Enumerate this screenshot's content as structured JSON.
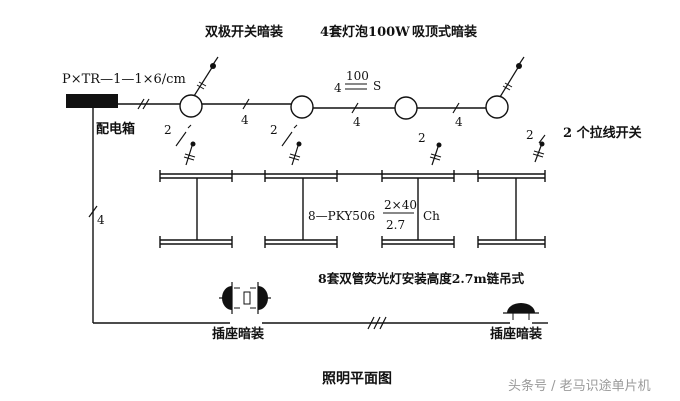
{
  "labels": {
    "top_title": "双极开关暗装",
    "bulb_spec": "4套灯泡100W",
    "ceiling_mount": "吸顶式暗装",
    "cable_spec": "P×TR—1—1×6/cm",
    "distribution_box": "配电箱",
    "lamp_qty": "4",
    "lamp_power": "100",
    "lamp_mount_code": "S",
    "pull_switch_note": "2 个拉线开关",
    "fluorescent_prefix": "8—PKY506",
    "fluorescent_power": "2×40",
    "fluorescent_height": "2.7",
    "fluorescent_mount_code": "Ch",
    "fluorescent_note": "8套双管荧光灯安装高度2.7m链吊式",
    "socket_left": "插座暗装",
    "socket_right": "插座暗装",
    "plan_title": "照明平面图",
    "watermark": "头条号 / 老马识途单片机",
    "wire_count_4": "4",
    "switch_pole_2": "2"
  },
  "colors": {
    "line": "#111111",
    "text": "#111111",
    "watermark": "#9a9a9a"
  }
}
